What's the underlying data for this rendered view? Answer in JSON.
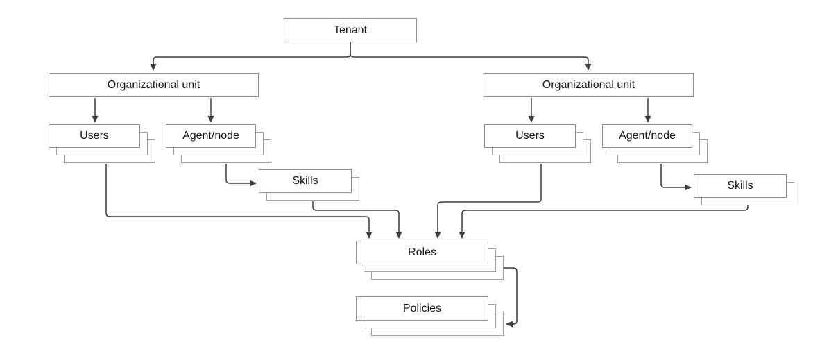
{
  "nodes": {
    "tenant": {
      "label": "Tenant"
    },
    "ou_left": {
      "label": "Organizational unit"
    },
    "ou_right": {
      "label": "Organizational unit"
    },
    "users_left": {
      "label": "Users"
    },
    "agent_left": {
      "label": "Agent/node"
    },
    "users_right": {
      "label": "Users"
    },
    "agent_right": {
      "label": "Agent/node"
    },
    "skills_left": {
      "label": "Skills"
    },
    "skills_right": {
      "label": "Skills"
    },
    "roles": {
      "label": "Roles"
    },
    "policies": {
      "label": "Policies"
    }
  },
  "edges": [
    {
      "from": "tenant",
      "to": "ou_left"
    },
    {
      "from": "tenant",
      "to": "ou_right"
    },
    {
      "from": "ou_left",
      "to": "users_left"
    },
    {
      "from": "ou_left",
      "to": "agent_left"
    },
    {
      "from": "ou_right",
      "to": "users_right"
    },
    {
      "from": "ou_right",
      "to": "agent_right"
    },
    {
      "from": "agent_left",
      "to": "skills_left"
    },
    {
      "from": "agent_right",
      "to": "skills_right"
    },
    {
      "from": "users_left",
      "to": "roles"
    },
    {
      "from": "skills_left",
      "to": "roles"
    },
    {
      "from": "users_right",
      "to": "roles"
    },
    {
      "from": "skills_right",
      "to": "roles"
    },
    {
      "from": "roles",
      "to": "policies"
    }
  ],
  "colors": {
    "background": "#ffffff",
    "box_border": "#8f8f8f",
    "stack_copy_border": "#a0a0a0",
    "connector": "#3d3d3d",
    "text": "#161616"
  }
}
